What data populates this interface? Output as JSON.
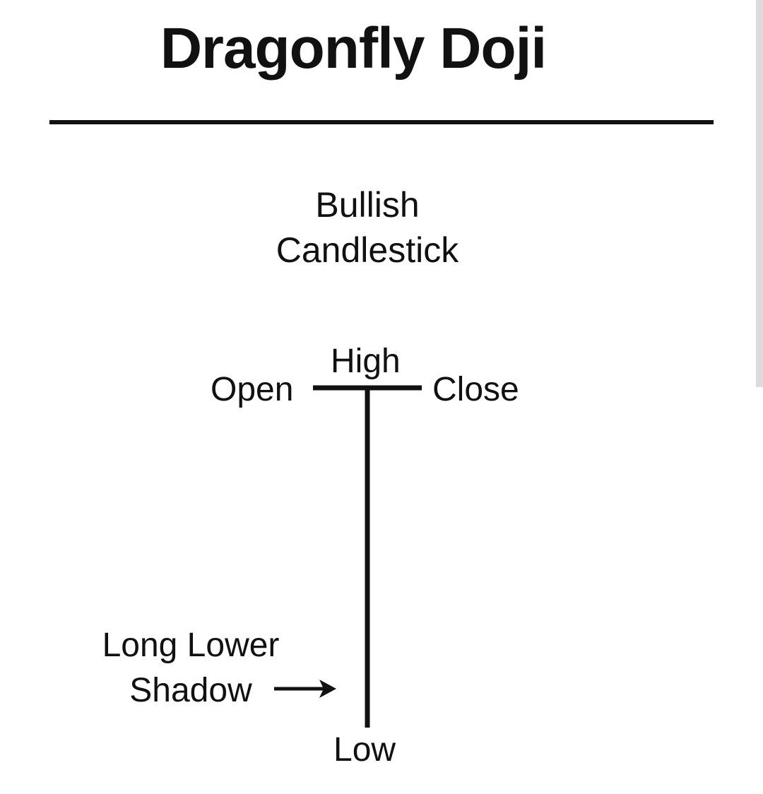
{
  "title": "Dragonfly Doji",
  "subtitle": {
    "line1": "Bullish",
    "line2": "Candlestick"
  },
  "labels": {
    "high": "High",
    "open": "Open",
    "close": "Close",
    "low": "Low",
    "shadow_line1": "Long Lower",
    "shadow_line2": "Shadow"
  },
  "icons": [
    "right-arrow-icon"
  ],
  "colors": {
    "ink": "#111111",
    "background": "#ffffff"
  }
}
